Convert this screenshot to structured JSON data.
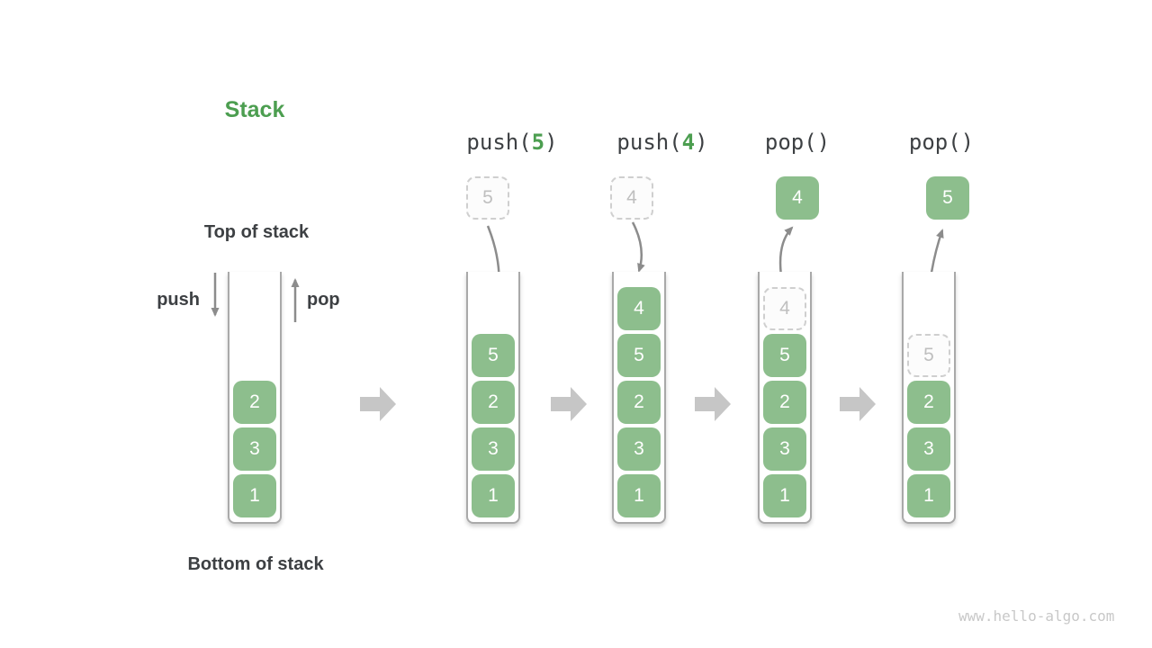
{
  "title": "Stack",
  "watermark": "www.hello-algo.com",
  "labels": {
    "top_of_stack": "Top of stack",
    "bottom_of_stack": "Bottom of stack",
    "push": "push",
    "pop": "pop"
  },
  "colors": {
    "element_green": "#8dbe8d",
    "accent_green": "#4c9e50",
    "dark_text": "#3d4043",
    "flow_arrow_gray": "#8c8c8c",
    "step_arrow_gray": "#c6c6c6",
    "ghost_border": "#cfcfcf",
    "ghost_text": "#bfbfbf",
    "container_border": "#a9a9a9",
    "watermark_gray": "#c8c8c8"
  },
  "columns": [
    {
      "name": "initial-stack",
      "header": null,
      "float_box": null,
      "cells": [
        {
          "v": "2",
          "t": "solid"
        },
        {
          "v": "3",
          "t": "solid"
        },
        {
          "v": "1",
          "t": "solid"
        }
      ]
    },
    {
      "name": "after-push-5",
      "header": {
        "pre": "push(",
        "arg": "5",
        "post": ")"
      },
      "float_box": {
        "v": "5",
        "t": "ghost"
      },
      "cells": [
        {
          "v": "5",
          "t": "solid"
        },
        {
          "v": "2",
          "t": "solid"
        },
        {
          "v": "3",
          "t": "solid"
        },
        {
          "v": "1",
          "t": "solid"
        }
      ]
    },
    {
      "name": "after-push-4",
      "header": {
        "pre": "push(",
        "arg": "4",
        "post": ")"
      },
      "float_box": {
        "v": "4",
        "t": "ghost"
      },
      "cells": [
        {
          "v": "4",
          "t": "solid"
        },
        {
          "v": "5",
          "t": "solid"
        },
        {
          "v": "2",
          "t": "solid"
        },
        {
          "v": "3",
          "t": "solid"
        },
        {
          "v": "1",
          "t": "solid"
        }
      ]
    },
    {
      "name": "after-pop-returns-4",
      "header": {
        "pre": "pop()",
        "arg": "",
        "post": ""
      },
      "float_box": {
        "v": "4",
        "t": "solid"
      },
      "cells": [
        {
          "v": "4",
          "t": "ghost"
        },
        {
          "v": "5",
          "t": "solid"
        },
        {
          "v": "2",
          "t": "solid"
        },
        {
          "v": "3",
          "t": "solid"
        },
        {
          "v": "1",
          "t": "solid"
        }
      ]
    },
    {
      "name": "after-pop-returns-5",
      "header": {
        "pre": "pop()",
        "arg": "",
        "post": ""
      },
      "float_box": {
        "v": "5",
        "t": "solid"
      },
      "cells": [
        {
          "v": "5",
          "t": "ghost"
        },
        {
          "v": "2",
          "t": "solid"
        },
        {
          "v": "3",
          "t": "solid"
        },
        {
          "v": "1",
          "t": "solid"
        }
      ]
    }
  ]
}
